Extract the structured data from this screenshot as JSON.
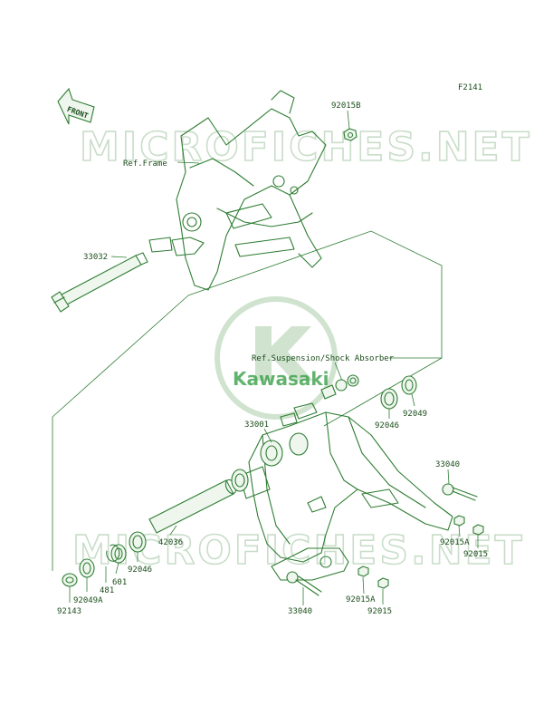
{
  "figure_code": "F2141",
  "front_label": "FRONT",
  "watermark": "MICROFICHES.NET",
  "logo_text": "Kawasaki",
  "labels": {
    "ref_frame": "Ref.Frame",
    "ref_suspension": "Ref.Suspension/Shock Absorber",
    "p92015B": "92015B",
    "p33032": "33032",
    "p33001": "33001",
    "p92046_top": "92046",
    "p92049": "92049",
    "p33040_right": "33040",
    "p92015A_right": "92015A",
    "p92015_right": "92015",
    "p42036": "42036",
    "p92046_left": "92046",
    "p601": "601",
    "p481": "481",
    "p92049A": "92049A",
    "p92143": "92143",
    "p33040_bottom": "33040",
    "p92015A_bottom": "92015A",
    "p92015_bottom": "92015"
  },
  "colors": {
    "line": "#2e7d32",
    "text": "#1a4d1a",
    "watermark": "#c9ddc9"
  }
}
